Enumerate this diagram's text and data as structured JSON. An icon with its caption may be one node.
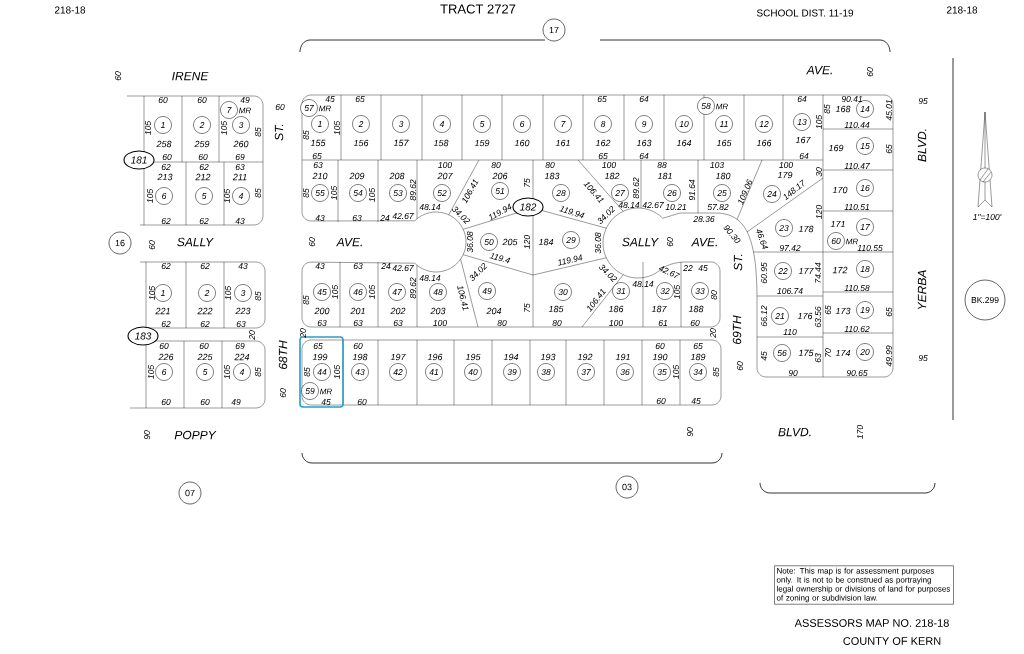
{
  "diagram": {
    "nodes": [
      {
        "text": [
          "17"
        ]
      },
      {
        "text": [
          "181"
        ]
      },
      {
        "text": [
          "182"
        ]
      },
      {
        "text": [
          "183"
        ]
      },
      {
        "text": [
          "16"
        ]
      },
      {
        "text": [
          "07"
        ]
      },
      {
        "text": [
          "03"
        ]
      },
      {
        "text": [
          "BK.299"
        ]
      },
      {
        "text": [
          "1"
        ]
      },
      {
        "text": [
          "2"
        ]
      },
      {
        "text": [
          "3"
        ]
      },
      {
        "text": [
          "7"
        ],
        "beside": [
          "MR"
        ]
      },
      {
        "text": [
          "6"
        ]
      },
      {
        "text": [
          "5"
        ]
      },
      {
        "text": [
          "4"
        ]
      },
      {
        "text": [
          "1"
        ]
      },
      {
        "text": [
          "2"
        ]
      },
      {
        "text": [
          "3"
        ]
      },
      {
        "text": [
          "6"
        ]
      },
      {
        "text": [
          "5"
        ]
      },
      {
        "text": [
          "4"
        ]
      },
      {
        "text": [
          "57"
        ],
        "beside": [
          "MR"
        ]
      },
      {
        "text": [
          "1"
        ]
      },
      {
        "text": [
          "2"
        ]
      },
      {
        "text": [
          "3"
        ]
      },
      {
        "text": [
          "4"
        ]
      },
      {
        "text": [
          "5"
        ]
      },
      {
        "text": [
          "6"
        ]
      },
      {
        "text": [
          "7"
        ]
      },
      {
        "text": [
          "8"
        ]
      },
      {
        "text": [
          "9"
        ]
      },
      {
        "text": [
          "10"
        ]
      },
      {
        "text": [
          "58"
        ],
        "beside": [
          "MR"
        ]
      },
      {
        "text": [
          "11"
        ]
      },
      {
        "text": [
          "12"
        ]
      },
      {
        "text": [
          "13"
        ]
      },
      {
        "text": [
          "14"
        ]
      },
      {
        "text": [
          "15"
        ]
      },
      {
        "text": [
          "16"
        ]
      },
      {
        "text": [
          "17"
        ]
      },
      {
        "text": [
          "60"
        ],
        "beside": [
          "MR"
        ]
      },
      {
        "text": [
          "18"
        ]
      },
      {
        "text": [
          "19"
        ]
      },
      {
        "text": [
          "20"
        ]
      },
      {
        "text": [
          "55"
        ]
      },
      {
        "text": [
          "54"
        ]
      },
      {
        "text": [
          "53"
        ]
      },
      {
        "text": [
          "52"
        ]
      },
      {
        "text": [
          "51"
        ]
      },
      {
        "text": [
          "28"
        ]
      },
      {
        "text": [
          "27"
        ]
      },
      {
        "text": [
          "26"
        ]
      },
      {
        "text": [
          "25"
        ]
      },
      {
        "text": [
          "24"
        ]
      },
      {
        "text": [
          "50"
        ]
      },
      {
        "text": [
          "29"
        ]
      },
      {
        "text": [
          "23"
        ]
      },
      {
        "text": [
          "22"
        ]
      },
      {
        "text": [
          "21"
        ]
      },
      {
        "text": [
          "56"
        ]
      },
      {
        "text": [
          "45"
        ]
      },
      {
        "text": [
          "46"
        ]
      },
      {
        "text": [
          "47"
        ]
      },
      {
        "text": [
          "48"
        ]
      },
      {
        "text": [
          "49"
        ]
      },
      {
        "text": [
          "30"
        ]
      },
      {
        "text": [
          "31"
        ]
      },
      {
        "text": [
          "32"
        ]
      },
      {
        "text": [
          "33"
        ]
      },
      {
        "text": [
          "44"
        ]
      },
      {
        "text": [
          "59"
        ],
        "beside": [
          "MR"
        ]
      },
      {
        "text": [
          "43"
        ]
      },
      {
        "text": [
          "42"
        ]
      },
      {
        "text": [
          "41"
        ]
      },
      {
        "text": [
          "40"
        ]
      },
      {
        "text": [
          "39"
        ]
      },
      {
        "text": [
          "38"
        ]
      },
      {
        "text": [
          "37"
        ]
      },
      {
        "text": [
          "36"
        ]
      },
      {
        "text": [
          "35"
        ]
      },
      {
        "text": [
          "34"
        ]
      }
    ],
    "labels": [
      "218-18",
      "TRACT 2727",
      "SCHOOL DIST. 11-19",
      "218-18",
      "60",
      "IRENE",
      "AVE.",
      "60",
      "60",
      "60",
      "49",
      "60",
      "105",
      "105",
      "85",
      "ST.",
      "258",
      "259",
      "260",
      "60",
      "60",
      "69",
      "62",
      "62",
      "63",
      "213",
      "212",
      "211",
      "105",
      "105",
      "85",
      "62",
      "62",
      "43",
      "45",
      "65",
      "65",
      "64",
      "64",
      "90.41",
      "95",
      "85",
      "105",
      "155",
      "156",
      "157",
      "158",
      "159",
      "160",
      "161",
      "162",
      "163",
      "164",
      "165",
      "166",
      "167",
      "105",
      "85",
      "168",
      "110.44",
      "45.01",
      "65",
      "65",
      "64",
      "64",
      "169",
      "65",
      "BLVD.",
      "63",
      "100",
      "80",
      "80",
      "100",
      "88",
      "103",
      "100",
      "110.47",
      "210",
      "209",
      "208",
      "207",
      "206",
      "183",
      "182",
      "181",
      "180",
      "179",
      "30",
      "85",
      "105",
      "105",
      "89.62",
      "106.41",
      "75",
      "106.41",
      "89.62",
      "91.64",
      "109.06",
      "148.17",
      "170",
      "43",
      "63",
      "24",
      "42.67",
      "48.14",
      "34.02",
      "119.94",
      "119.94",
      "34.02",
      "48.14",
      "42.67",
      "10.21",
      "28.36",
      "57.82",
      "90.30",
      "178",
      "120",
      "171",
      "110.51",
      "60",
      "SALLY",
      "60",
      "AVE.",
      "36.08",
      "205",
      "120",
      "184",
      "36.08",
      "SALLY",
      "60",
      "AVE.",
      "46.64",
      "97.42",
      "110.55",
      "62",
      "62",
      "43",
      "43",
      "63",
      "24",
      "42.67",
      "34.02",
      "119.4",
      "119.94",
      "34.02",
      "42.67",
      "22",
      "45",
      "ST.",
      "60.95",
      "177",
      "74.44",
      "172",
      "105",
      "105",
      "85",
      "85",
      "105",
      "105",
      "89.62",
      "48.14",
      "106.41",
      "106.41",
      "48.14",
      "105",
      "80",
      "106.74",
      "110.58",
      "YERBA",
      "221",
      "222",
      "223",
      "200",
      "201",
      "202",
      "203",
      "204",
      "75",
      "185",
      "186",
      "187",
      "188",
      "66.12",
      "176",
      "63.56",
      "65",
      "173",
      "65",
      "62",
      "62",
      "63",
      "20",
      "20",
      "63",
      "63",
      "63",
      "100",
      "80",
      "80",
      "100",
      "61",
      "60",
      "20",
      "69TH",
      "110",
      "110.62",
      "60",
      "60",
      "69",
      "68TH",
      "65",
      "60",
      "60",
      "65",
      "226",
      "225",
      "224",
      "199",
      "198",
      "197",
      "196",
      "195",
      "194",
      "193",
      "192",
      "191",
      "190",
      "189",
      "45",
      "175",
      "63",
      "70",
      "174",
      "49.99",
      "95",
      "105",
      "105",
      "85",
      "85",
      "105",
      "105",
      "85",
      "60",
      "90",
      "90.65",
      "60",
      "60",
      "60",
      "49",
      "45",
      "60",
      "60",
      "45",
      "90",
      "POPPY",
      "90",
      "BLVD.",
      "170",
      "1\"=100'",
      "Note: This map is for assessment purposes only. It is not to be construed as portraying legal ownership or divisions of land for purposes of zoning or subdivision law.",
      "ASSESSORS MAP NO. 218-18",
      "COUNTY OF KERN"
    ]
  }
}
